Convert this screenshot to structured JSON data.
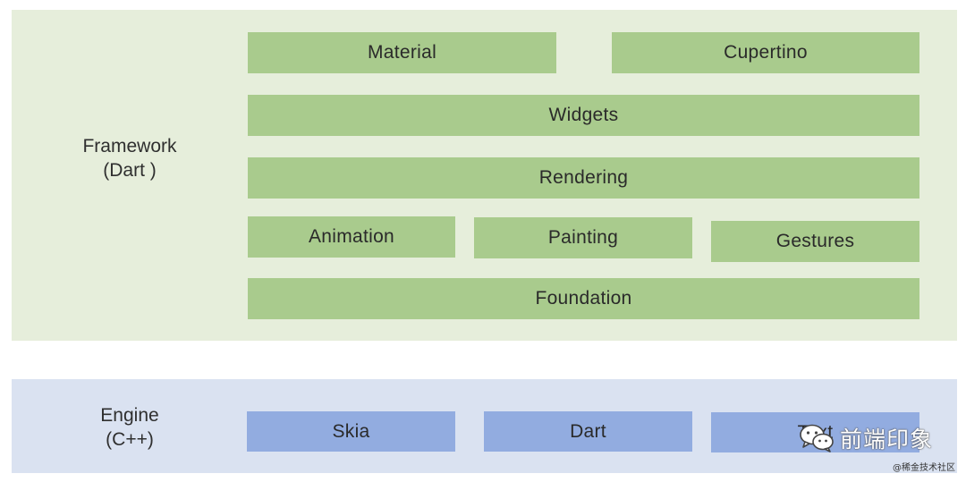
{
  "framework": {
    "label_line1": "Framework",
    "label_line2": "(Dart )",
    "layers": {
      "material": "Material",
      "cupertino": "Cupertino",
      "widgets": "Widgets",
      "rendering": "Rendering",
      "animation": "Animation",
      "painting": "Painting",
      "gestures": "Gestures",
      "foundation": "Foundation"
    }
  },
  "engine": {
    "label_line1": "Engine",
    "label_line2": "(C++)",
    "components": {
      "skia": "Skia",
      "dart": "Dart",
      "text": "Text"
    }
  },
  "watermark": {
    "brand": "前端印象",
    "source": "@稀金技术社区"
  },
  "colors": {
    "framework_panel": "#e6eedb",
    "framework_box": "#a9cb8d",
    "engine_panel": "#dae2f1",
    "engine_box": "#92ace0"
  },
  "icons": [
    "wechat-icon"
  ]
}
